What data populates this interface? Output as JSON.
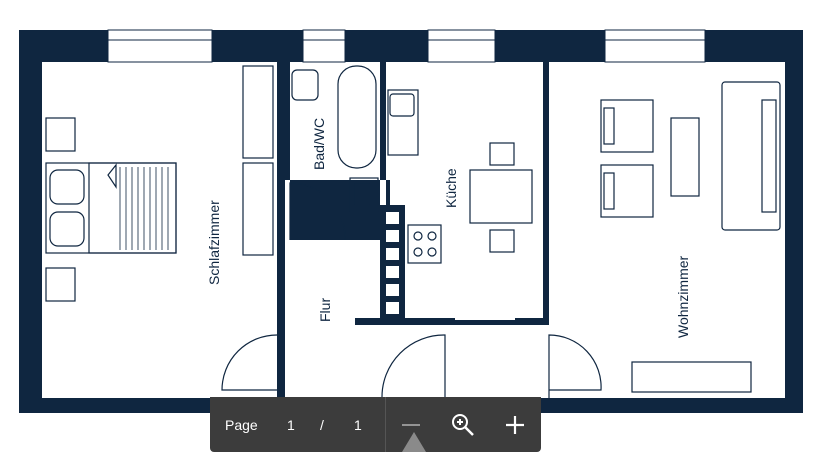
{
  "floorplan": {
    "wall_color": "#0f2640",
    "rooms": {
      "bedroom": "Schlafzimmer",
      "bath": "Bad/WC",
      "kitchen": "Küche",
      "hall": "Flur",
      "living": "Wohnzimmer"
    }
  },
  "toolbar": {
    "page_label": "Page",
    "current_page": "1",
    "separator": "/",
    "total_pages": "1",
    "zoom_out_icon": "minus-icon",
    "zoom_fit_icon": "zoom-icon",
    "zoom_in_icon": "plus-icon",
    "background": "#3c3c3c"
  }
}
